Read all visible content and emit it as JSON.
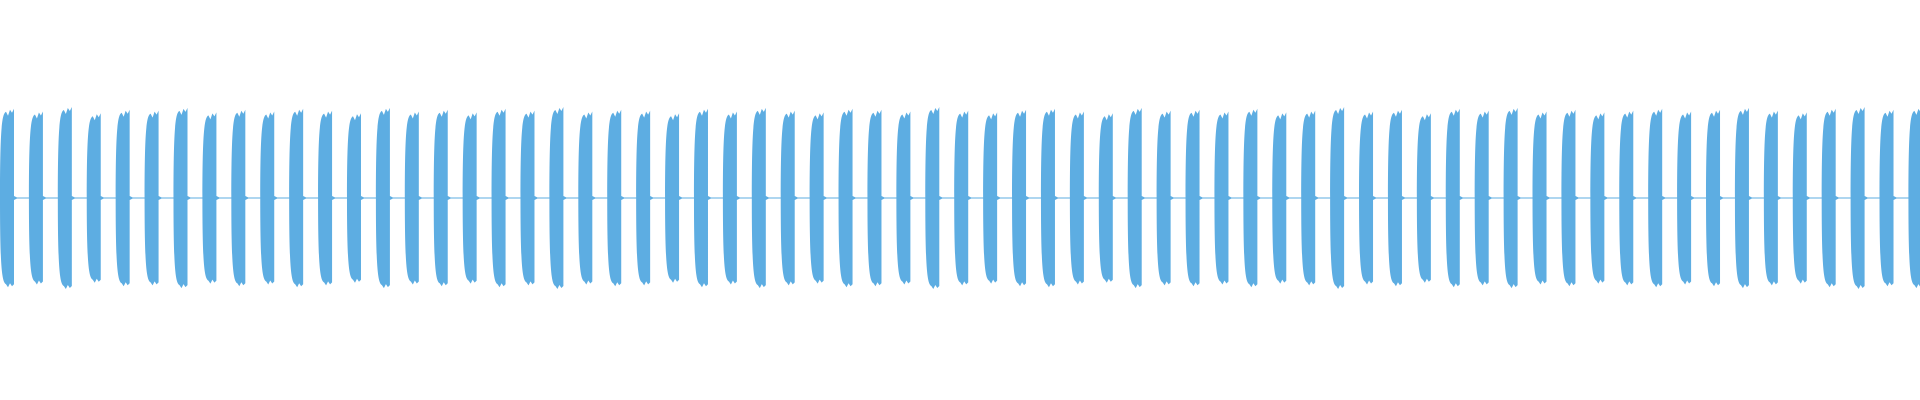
{
  "waveform": {
    "color": "#5dade2",
    "burst_count": 67,
    "amplitude_peak": 0.91,
    "amplitude_variation": [
      0.98,
      0.95,
      1.0,
      0.93,
      0.97,
      0.96,
      0.99,
      0.94,
      0.97,
      0.95,
      0.98,
      0.96,
      0.93,
      0.99,
      0.95,
      0.97,
      0.94,
      0.98,
      0.96,
      1.0,
      0.95,
      0.97,
      0.96,
      0.93,
      0.98,
      0.95,
      0.99,
      0.96,
      0.94,
      0.98,
      0.97,
      0.95,
      1.0,
      0.96,
      0.94,
      0.97,
      0.98,
      0.95,
      0.93,
      0.99,
      0.96,
      0.97,
      0.95,
      0.98,
      0.94,
      0.96,
      1.0,
      0.95,
      0.97,
      0.93,
      0.98,
      0.96,
      0.99,
      0.95,
      0.97,
      0.94,
      0.96,
      0.98,
      0.95,
      0.97,
      0.99,
      0.96,
      0.94,
      0.98,
      1.0,
      0.97,
      0.99
    ]
  }
}
